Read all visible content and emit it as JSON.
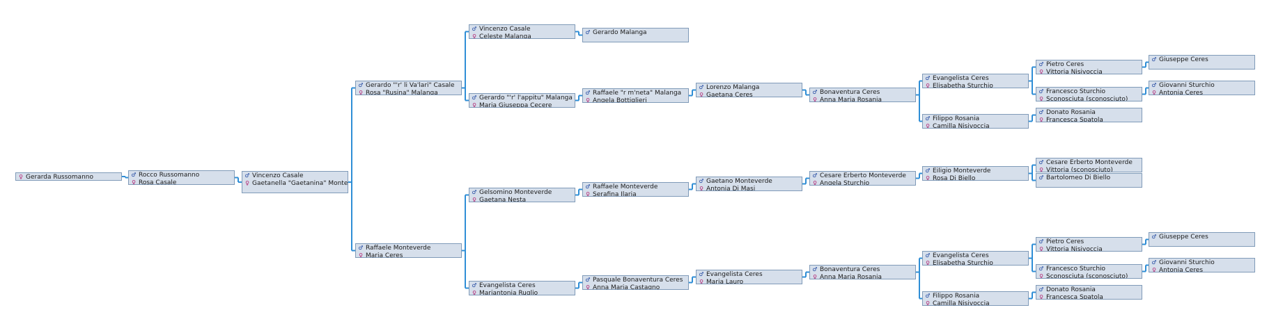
{
  "symbols": {
    "male": "♂",
    "female": "♀"
  },
  "colors": {
    "connector": "#2f8ed6",
    "male": "#1f47a0",
    "female": "#b0186a"
  },
  "nodes": [
    {
      "id": "n01",
      "m": "",
      "f": "Gerarda Russomanno"
    },
    {
      "id": "n02",
      "m": "Rocco Russomanno",
      "f": "Rosa Casale"
    },
    {
      "id": "n03",
      "m": "Vincenzo Casale",
      "f": "Gaetanella \"Gaetanina\" Monteverde"
    },
    {
      "id": "n04",
      "m": "Gerardo \"'r' li Va'lari\" Casale",
      "f": "Rosa \"Rusina\" Malanga"
    },
    {
      "id": "n05",
      "m": "Raffaele Monteverde",
      "f": "Maria Ceres"
    },
    {
      "id": "n06",
      "m": "Vincenzo Casale",
      "f": "Celeste Malanga"
    },
    {
      "id": "n07",
      "m": "Gerardo \"'r' l'appitu\" Malanga",
      "f": "Maria Giuseppa Cecere"
    },
    {
      "id": "n08",
      "m": "Gelsomino Monteverde",
      "f": "Gaetana Nesta"
    },
    {
      "id": "n09",
      "m": "Evangelista Ceres",
      "f": "Mariantonia Ruglio"
    },
    {
      "id": "n10",
      "m": "Gerardo Malanga",
      "f": ""
    },
    {
      "id": "n11",
      "m": "Raffaele \"r m'neta\" Malanga",
      "f": "Angela Bottiglieri"
    },
    {
      "id": "n12",
      "m": "Raffaele Monteverde",
      "f": "Serafina Ilaria"
    },
    {
      "id": "n13",
      "m": "Pasquale Bonaventura Ceres",
      "f": "Anna Maria Castagno"
    },
    {
      "id": "n14",
      "m": "Lorenzo Malanga",
      "f": "Gaetana Ceres"
    },
    {
      "id": "n15",
      "m": "Gaetano Monteverde",
      "f": "Antonia Di Masi"
    },
    {
      "id": "n16",
      "m": "Evangelista Ceres",
      "f": "Maria Lauro"
    },
    {
      "id": "n17",
      "m": "Bonaventura Ceres",
      "f": "Anna Maria Rosania"
    },
    {
      "id": "n18",
      "m": "Cesare Erberto Monteverde",
      "f": "Angela Sturchio"
    },
    {
      "id": "n19",
      "m": "Bonaventura Ceres",
      "f": "Anna Maria Rosania"
    },
    {
      "id": "n20",
      "m": "Evangelista Ceres",
      "f": "Elisabetha Sturchio"
    },
    {
      "id": "n21",
      "m": "Filippo Rosania",
      "f": "Camilla Nisivoccia"
    },
    {
      "id": "n22",
      "m": "Eiligio Monteverde",
      "f": "Rosa Di Biello"
    },
    {
      "id": "n23",
      "m": "Evangelista Ceres",
      "f": "Elisabetha Sturchio"
    },
    {
      "id": "n24",
      "m": "Filippo Rosania",
      "f": "Camilla Nisivoccia"
    },
    {
      "id": "n25",
      "m": "Pietro Ceres",
      "f": "Vittoria Nisivoccia"
    },
    {
      "id": "n26",
      "m": "Francesco Sturchio",
      "f": "Sconosciuta (sconosciuto)"
    },
    {
      "id": "n27",
      "m": "",
      "f": "Donato Rosania\nFrancesca Spatola"
    },
    {
      "id": "n28",
      "m": "Cesare Erberto Monteverde",
      "f": "Vittoria (sconosciuto)"
    },
    {
      "id": "n29",
      "m": "Bartolomeo Di Biello",
      "f": ""
    },
    {
      "id": "n30",
      "m": "Pietro Ceres",
      "f": "Vittoria Nisivoccia"
    },
    {
      "id": "n31",
      "m": "Francesco Sturchio",
      "f": "Sconosciuta (sconosciuto)"
    },
    {
      "id": "n32",
      "m": "",
      "f": "Donato Rosania\nFrancesca Spatola"
    },
    {
      "id": "n33",
      "m": "Giuseppe Ceres",
      "f": ""
    },
    {
      "id": "n34",
      "m": "Giovanni Sturchio",
      "f": "Antonia Ceres"
    },
    {
      "id": "n35",
      "m": "Giuseppe Ceres",
      "f": ""
    },
    {
      "id": "n36",
      "m": "Giovanni Sturchio",
      "f": "Antonia Ceres"
    }
  ]
}
